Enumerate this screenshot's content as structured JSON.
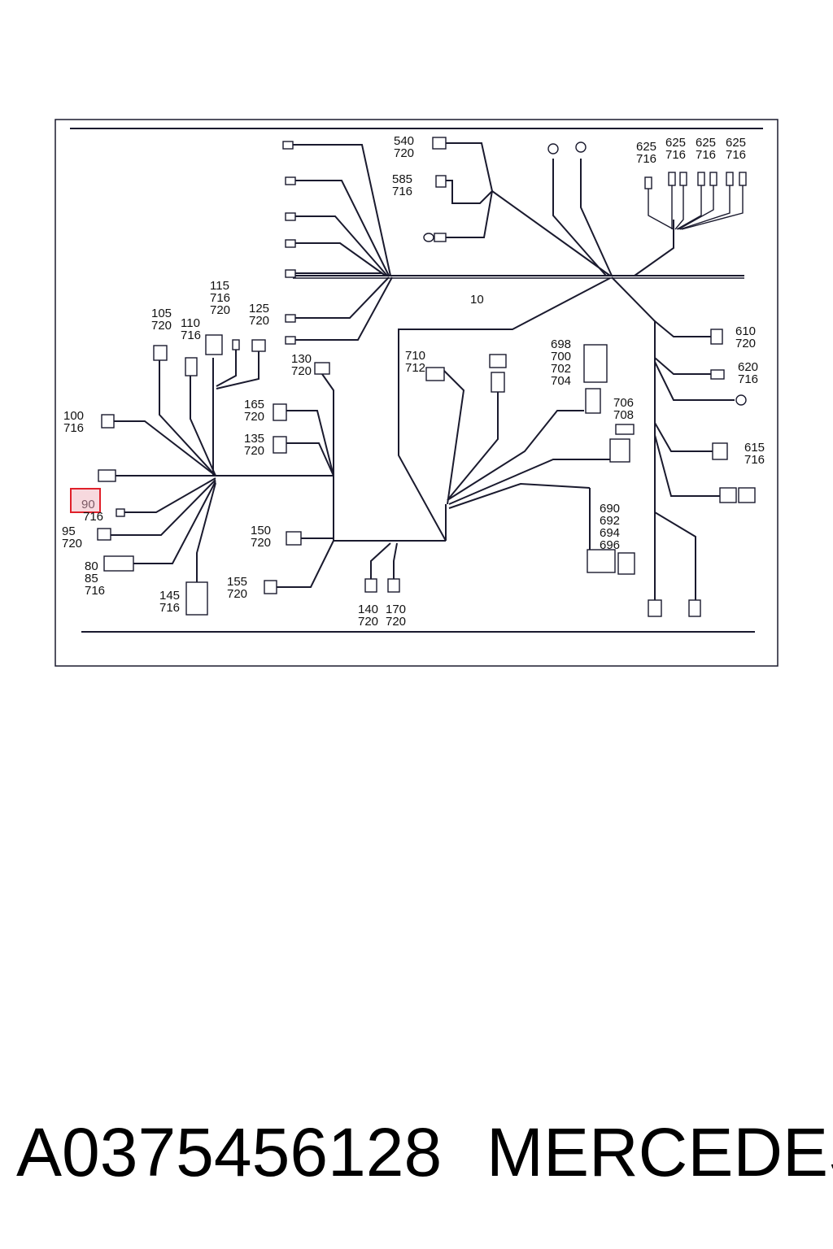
{
  "diagram": {
    "trunk_label": "10",
    "highlighted": "90",
    "labels": [
      {
        "id": "l540",
        "lines": [
          "540",
          "720"
        ]
      },
      {
        "id": "l585",
        "lines": [
          "585",
          "716"
        ]
      },
      {
        "id": "l625a",
        "lines": [
          "625",
          "716"
        ]
      },
      {
        "id": "l625b",
        "lines": [
          "625",
          "716"
        ]
      },
      {
        "id": "l625c",
        "lines": [
          "625",
          "716"
        ]
      },
      {
        "id": "l625d",
        "lines": [
          "625",
          "716"
        ]
      },
      {
        "id": "l105",
        "lines": [
          "105",
          "720"
        ]
      },
      {
        "id": "l110",
        "lines": [
          "110",
          "716"
        ]
      },
      {
        "id": "l115",
        "lines": [
          "115",
          "716",
          "720"
        ]
      },
      {
        "id": "l125",
        "lines": [
          "125",
          "720"
        ]
      },
      {
        "id": "l130",
        "lines": [
          "130",
          "720"
        ]
      },
      {
        "id": "l610",
        "lines": [
          "610",
          "720"
        ]
      },
      {
        "id": "l620",
        "lines": [
          "620",
          "716"
        ]
      },
      {
        "id": "l615",
        "lines": [
          "615",
          "716"
        ]
      },
      {
        "id": "l710",
        "lines": [
          "710",
          "712"
        ]
      },
      {
        "id": "l698",
        "lines": [
          "698",
          "700",
          "702",
          "704"
        ]
      },
      {
        "id": "l706",
        "lines": [
          "706",
          "708"
        ]
      },
      {
        "id": "l100",
        "lines": [
          "100",
          "716"
        ]
      },
      {
        "id": "l165",
        "lines": [
          "165",
          "720"
        ]
      },
      {
        "id": "l135",
        "lines": [
          "135",
          "720"
        ]
      },
      {
        "id": "l90",
        "lines": [
          "716"
        ]
      },
      {
        "id": "l95",
        "lines": [
          "95",
          "720"
        ]
      },
      {
        "id": "l80",
        "lines": [
          "80",
          "85",
          "716"
        ]
      },
      {
        "id": "l150",
        "lines": [
          "150",
          "720"
        ]
      },
      {
        "id": "l155",
        "lines": [
          "155",
          "720"
        ]
      },
      {
        "id": "l145",
        "lines": [
          "145",
          "716"
        ]
      },
      {
        "id": "l140",
        "lines": [
          "140",
          "720"
        ]
      },
      {
        "id": "l170",
        "lines": [
          "170",
          "720"
        ]
      },
      {
        "id": "l690",
        "lines": [
          "690",
          "692",
          "694",
          "696"
        ]
      }
    ]
  },
  "footer": {
    "part_number": "A0375456128",
    "brand": "MERCEDES"
  }
}
